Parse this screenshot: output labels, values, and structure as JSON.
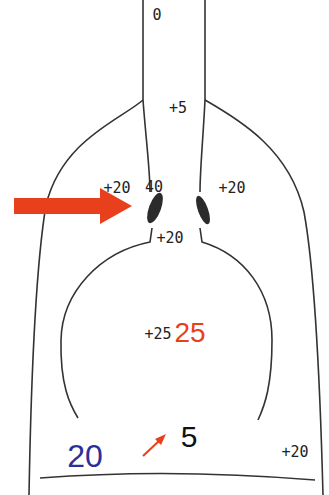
{
  "diagram": {
    "labels": [
      "0",
      "+5",
      "+20",
      "40",
      "+20",
      "+20",
      "+25",
      "25",
      "5",
      "20",
      "+20"
    ]
  }
}
